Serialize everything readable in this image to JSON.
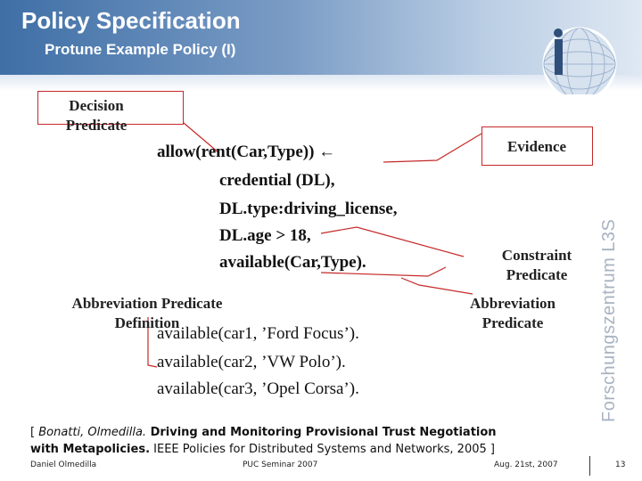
{
  "header": {
    "title": "Policy Specification",
    "subtitle": "Protune Example Policy (I)"
  },
  "watermark": "Forschungszentrum L3S",
  "callouts": {
    "decision_predicate": [
      "Decision",
      "Predicate"
    ],
    "evidence": "Evidence",
    "constraint_predicate": [
      "Constraint",
      "Predicate"
    ],
    "abbreviation_predicate": [
      "Abbreviation",
      "Predicate"
    ],
    "abbreviation_definition": [
      "Abbreviation Predicate",
      "Definition"
    ]
  },
  "rule_lines": [
    "allow(rent(Car,Type)) ←",
    "credential (DL),",
    "DL.type:driving_license,",
    "DL.age > 18,",
    "available(Car,Type)."
  ],
  "facts": [
    "available(car1, ’Ford Focus’).",
    "available(car2, ’VW Polo’).",
    "available(car3, ’Opel Corsa’)."
  ],
  "reference": {
    "open": "[ ",
    "authors": "Bonatti, Olmedilla.",
    "title_line1": " Driving and Monitoring Provisional Trust Negotiation",
    "title_line2": "with Metapolicies.",
    "venue": " IEEE Policies for Distributed Systems and Networks, 2005 ]"
  },
  "footer": {
    "author": "Daniel Olmedilla",
    "event": "PUC Seminar 2007",
    "date": "Aug. 21st, 2007",
    "page": "13"
  },
  "colors": {
    "header_start": "#3f6fa6",
    "callout_border": "#c62828"
  }
}
